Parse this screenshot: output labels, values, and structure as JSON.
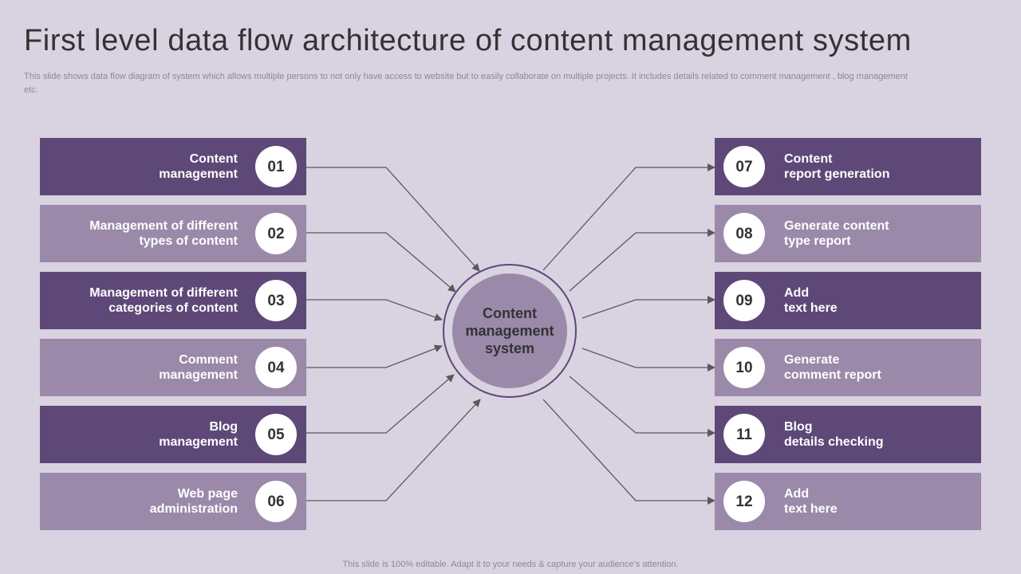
{
  "title": "First level data flow architecture of content management system",
  "subtitle": "This slide shows data flow diagram of system which allows multiple persons to not only have access to website but to  easily collaborate on multiple projects. It includes details related to comment management\n, blog management etc.",
  "hub": {
    "label": "Content\nmanagement\nsystem"
  },
  "colors": {
    "background": "#d9d2e0",
    "dark_box": "#5d4878",
    "light_box": "#9b89aa",
    "number_circle": "#ffffff",
    "arrow": "#5a5a5a"
  },
  "inputs": [
    {
      "number": "01",
      "label": "Content\nmanagement"
    },
    {
      "number": "02",
      "label": "Management of different\ntypes of content"
    },
    {
      "number": "03",
      "label": "Management of different\ncategories of content"
    },
    {
      "number": "04",
      "label": "Comment\nmanagement"
    },
    {
      "number": "05",
      "label": "Blog\nmanagement"
    },
    {
      "number": "06",
      "label": "Web page\nadministration"
    }
  ],
  "outputs": [
    {
      "number": "07",
      "label": "Content\nreport generation"
    },
    {
      "number": "08",
      "label": "Generate content\n type report"
    },
    {
      "number": "09",
      "label": "Add\ntext here"
    },
    {
      "number": "10",
      "label": "Generate\ncomment report"
    },
    {
      "number": "11",
      "label": "Blog\ndetails checking"
    },
    {
      "number": "12",
      "label": "Add\ntext here"
    }
  ],
  "footer": "This slide is 100% editable. Adapt it to your needs & capture your audience’s attention."
}
